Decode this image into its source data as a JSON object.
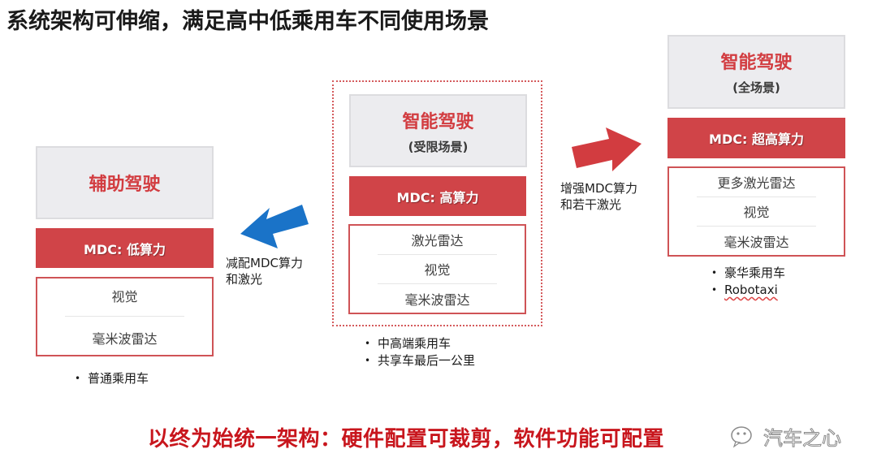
{
  "title": "系统架构可伸缩，满足高中低乘用车不同使用场景",
  "columns": [
    {
      "id": "assisted",
      "heading": "辅助驾驶",
      "subheading": "",
      "mdc": "MDC: 低算力",
      "sensors": [
        "视觉",
        "毫米波雷达"
      ],
      "use_cases": [
        "普通乘用车"
      ]
    },
    {
      "id": "limited",
      "heading": "智能驾驶",
      "subheading": "(受限场景)",
      "mdc": "MDC: 高算力",
      "sensors": [
        "激光雷达",
        "视觉",
        "毫米波雷达"
      ],
      "use_cases": [
        "中高端乘用车",
        "共享车最后一公里"
      ]
    },
    {
      "id": "full",
      "heading": "智能驾驶",
      "subheading": "(全场景)",
      "mdc": "MDC: 超高算力",
      "sensors": [
        "更多激光雷达",
        "视觉",
        "毫米波雷达"
      ],
      "use_cases": [
        "豪华乘用车",
        "Robotaxi"
      ]
    }
  ],
  "arrows": {
    "down": {
      "line1": "减配MDC算力",
      "line2": "和激光",
      "color": "#1a73c8",
      "icon": "arrow-down-left"
    },
    "up": {
      "line1": "增强MDC算力",
      "line2": "和若干激光",
      "color": "#d23c40",
      "icon": "arrow-up-right"
    }
  },
  "footer": "以终为始统一架构：硬件配置可裁剪，软件功能可配置",
  "watermark": {
    "text": "汽车之心",
    "icon": "wechat-icon"
  },
  "colors": {
    "accent_red": "#d04448",
    "footer_red": "#c8161d",
    "arrow_blue": "#1a73c8",
    "header_gray": "#ececef"
  }
}
